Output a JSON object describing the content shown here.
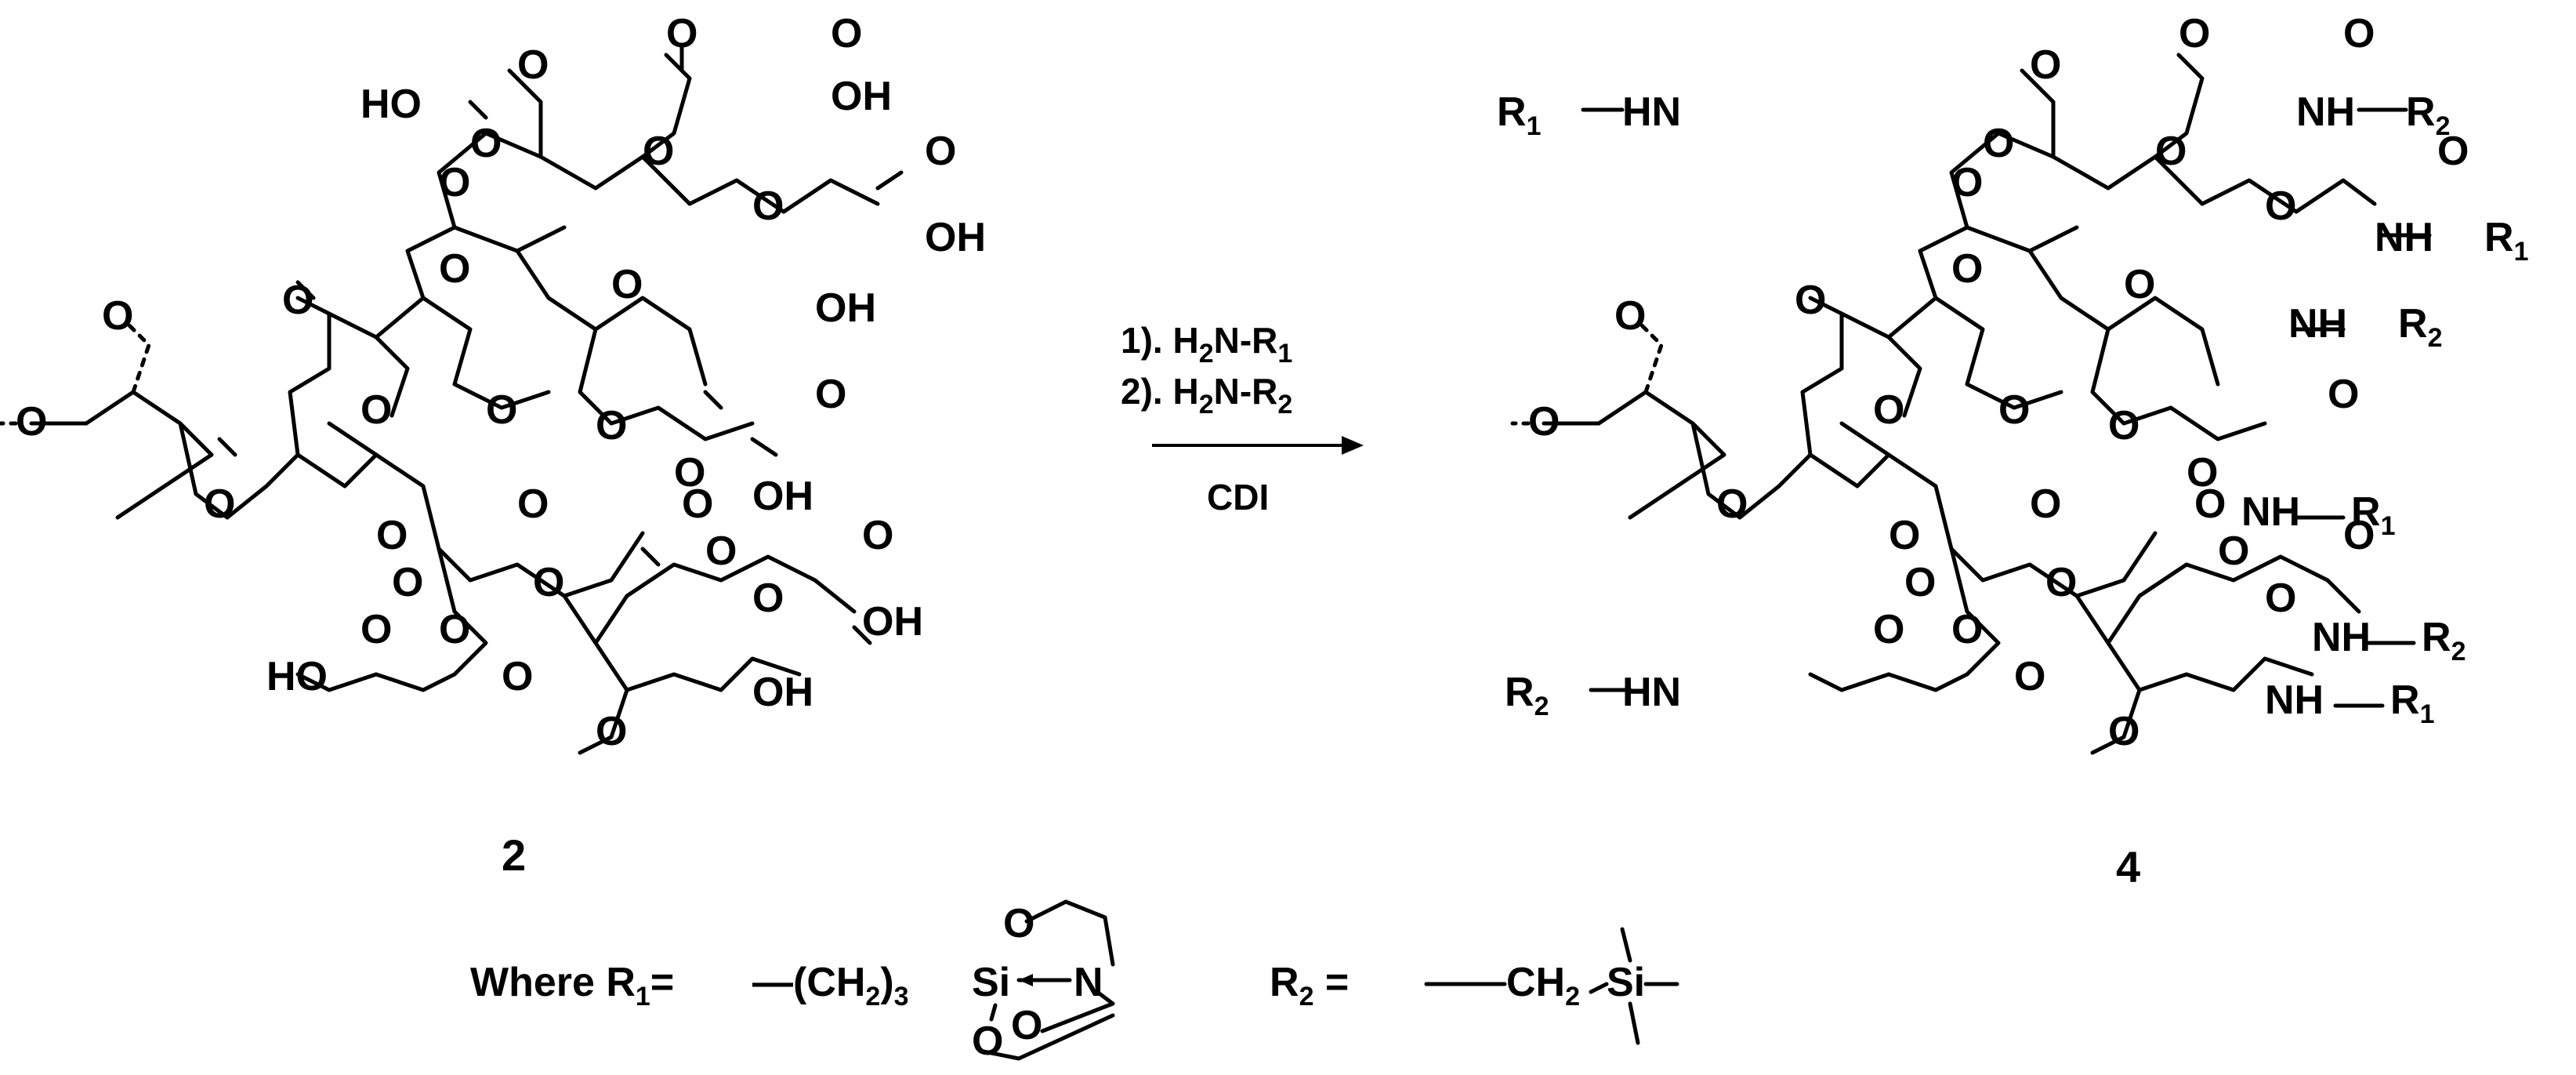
{
  "scheme": {
    "reactant": {
      "label": "2"
    },
    "product": {
      "label": "4"
    },
    "arrow": {
      "step1": {
        "prefix": "1).  H",
        "sub1": "2",
        "mid": "N-R",
        "sub2": "1"
      },
      "step2": {
        "prefix": "2).  H",
        "sub1": "2",
        "mid": "N-R",
        "sub2": "2"
      },
      "reagent": "CDI"
    },
    "legend": {
      "where_text": "Where R",
      "where_sub": "1",
      "where_eq": "=",
      "r1_prefix": "—(CH",
      "r1_sub1": "2",
      "r1_close": ")",
      "r1_sub2": "3",
      "r2_text": "R",
      "r2_sub": "2",
      "r2_eq": " =",
      "r2_group": "CH",
      "r2_group_sub": "2",
      "si": "Si",
      "n": "N",
      "o": "O"
    },
    "atoms": {
      "o": "O",
      "oh": "OH",
      "ho": "HO",
      "nh": "NH",
      "hn": "HN",
      "r": "R",
      "r_sub1": "1",
      "r_sub2": "2"
    }
  }
}
